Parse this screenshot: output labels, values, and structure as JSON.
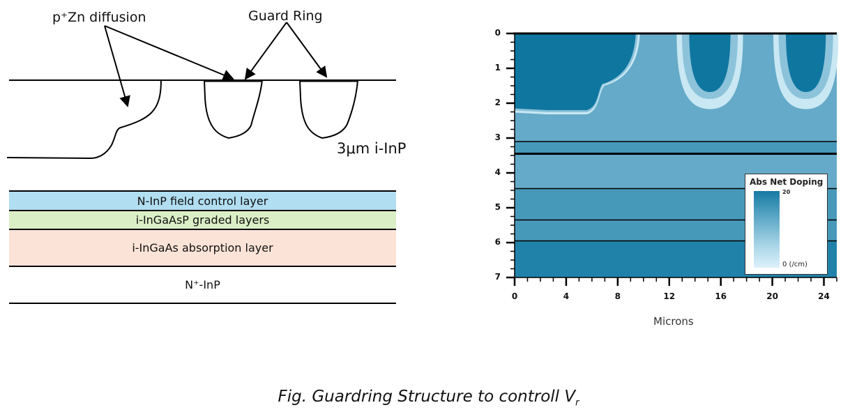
{
  "left_diagram": {
    "labels": {
      "diffusion": "p⁺Zn diffusion",
      "guard_ring": "Guard Ring",
      "inp_cap": "3μm i-InP"
    },
    "layers": [
      {
        "name": "N-InP field control layer",
        "color": "#b1def1"
      },
      {
        "name": "i-InGaAsP graded layers",
        "color": "#dbefc6"
      },
      {
        "name": "i-InGaAs absorption layer",
        "color": "#fce3d7"
      },
      {
        "name": "N⁺-InP",
        "color": "#ffffff"
      }
    ]
  },
  "chart_data": {
    "type": "heatmap",
    "title": "",
    "xlabel": "Microns",
    "ylabel": "",
    "xlim": [
      0,
      25
    ],
    "ylim": [
      7,
      0
    ],
    "x_ticks": [
      "0",
      "4",
      "8",
      "12",
      "16",
      "20",
      "24"
    ],
    "y_ticks": [
      "0",
      "1",
      "2",
      "3",
      "4",
      "5",
      "6",
      "7"
    ],
    "legend": {
      "title": "Abs Net Doping",
      "max_label": "20",
      "min_label": "0 (/cm)",
      "placement": "bottom-right",
      "colors": [
        "#167aa3",
        "#5ea9c7",
        "#a7d4e6",
        "#dcf1fa"
      ]
    },
    "regions": [
      {
        "name": "p+ Zn diffusion",
        "x_range": [
          0,
          9.4
        ],
        "depth_max": 2.4,
        "color": "#0f76a0"
      },
      {
        "name": "guard ring 1",
        "x_range": [
          12.9,
          17.4
        ],
        "depth_max": 2.4,
        "color": "#0f76a0"
      },
      {
        "name": "guard ring 2",
        "x_range": [
          20.4,
          24.8
        ],
        "depth_max": 2.4,
        "color": "#0f76a0"
      }
    ],
    "layer_boundaries": [
      3.1,
      3.45,
      4.45,
      5.35,
      5.95
    ],
    "layer_colors": [
      {
        "from": 0,
        "to": 3.1,
        "color": "#65aac8"
      },
      {
        "from": 3.1,
        "to": 3.45,
        "color": "#4799b9"
      },
      {
        "from": 3.45,
        "to": 4.45,
        "color": "#65aac8"
      },
      {
        "from": 4.45,
        "to": 5.35,
        "color": "#4799b9"
      },
      {
        "from": 5.35,
        "to": 5.95,
        "color": "#4799b9"
      },
      {
        "from": 5.95,
        "to": 7,
        "color": "#2182a9"
      }
    ]
  },
  "caption": {
    "text": "Fig. Guardring Structure to controll V",
    "subscript": "r"
  }
}
